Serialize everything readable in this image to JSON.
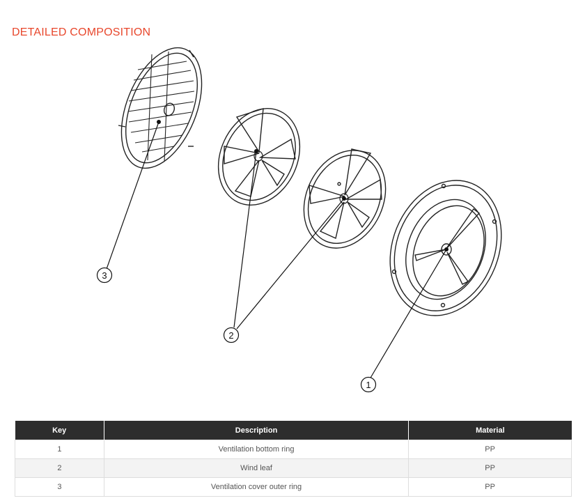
{
  "section": {
    "title": "DETAILED COMPOSITION"
  },
  "callouts": [
    "1",
    "2",
    "3"
  ],
  "table": {
    "headers": [
      "Key",
      "Description",
      "Material"
    ],
    "rows": [
      {
        "key": "1",
        "description": "Ventilation bottom ring",
        "material": "PP"
      },
      {
        "key": "2",
        "description": "Wind leaf",
        "material": "PP"
      },
      {
        "key": "3",
        "description": "Ventilation cover outer ring",
        "material": "PP"
      }
    ]
  },
  "colors": {
    "accent": "#e8472c",
    "header_bg": "#2d2d2d",
    "row_alt": "#f3f3f3"
  }
}
